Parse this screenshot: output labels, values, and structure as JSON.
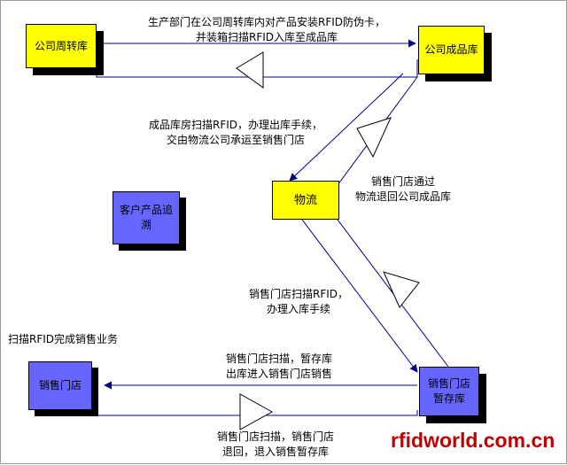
{
  "nodes": {
    "company_turnover": "公司周转库",
    "company_finished": "公司成品库",
    "logistics": "物流",
    "customer_trace": "客户产品追溯",
    "store": "销售门店",
    "store_temp": "销售门店暂存库"
  },
  "labels": {
    "top": [
      "生产部门在公司周转库内对产品安装RFID防伪卡，",
      "并装箱扫描RFID入库至成品库"
    ],
    "ship": [
      "成品库房扫描RFID，办理出库手续，",
      "交由物流公司承运至销售门店"
    ],
    "return_company": [
      "销售门店通过",
      "物流退回公司成品库"
    ],
    "store_in": [
      "销售门店扫描RFID，",
      "办理入库手续"
    ],
    "rfid_sales": "扫描RFID完成销售业务",
    "temp_out": [
      "销售门店扫描，暂存库",
      "出库进入销售门店销售"
    ],
    "store_return": [
      "销售门店扫描，销售门店",
      "退回，退入销售暂存库"
    ]
  },
  "watermark": "rfidworld.com.cn",
  "colors": {
    "yellow": "#ffff00",
    "blue": "#6666ff",
    "line": "#00008b",
    "watermark": "#c00000"
  }
}
